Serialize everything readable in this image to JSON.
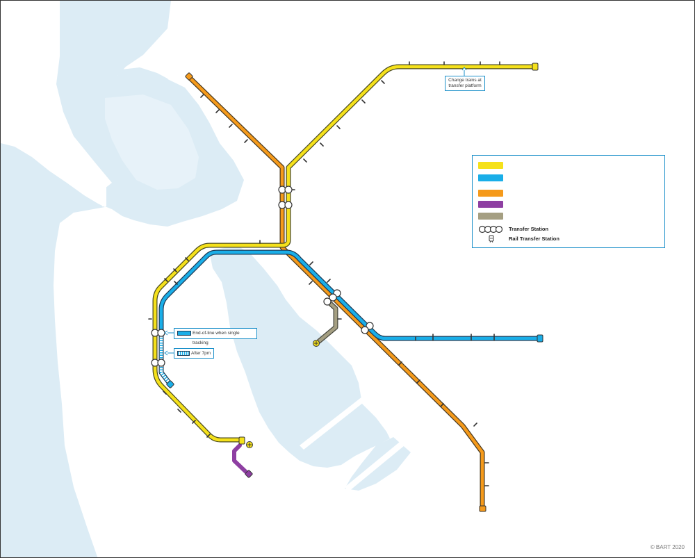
{
  "map": {
    "colors": {
      "water": "#dcecf5",
      "land": "#ffffff",
      "yellow_line": "#f5e11b",
      "blue_line": "#1aaee8",
      "orange_line": "#f59a1b",
      "purple_line": "#8e3fa2",
      "gray_line": "#a59f82",
      "frame": "#333333",
      "outline": "#1a8fc9"
    },
    "callouts": {
      "transfer_platform": "Change trains at transfer platform",
      "end_of_line": "End-of-line when single tracking",
      "after_7pm": "After 7pm"
    },
    "legend": {
      "entries": [
        {
          "color": "#f5e11b",
          "label": ""
        },
        {
          "color": "#1aaee8",
          "label": ""
        },
        {
          "color": "#f59a1b",
          "label": ""
        },
        {
          "color": "#8e3fa2",
          "label": ""
        },
        {
          "color": "#a59f82",
          "label": ""
        }
      ],
      "transfer_station": "Transfer Station",
      "rail_transfer_station": "Rail Transfer Station",
      "icons": [
        "transfer-station-icon",
        "rail-transfer-icon"
      ]
    },
    "copyright": "© BART 2020"
  }
}
